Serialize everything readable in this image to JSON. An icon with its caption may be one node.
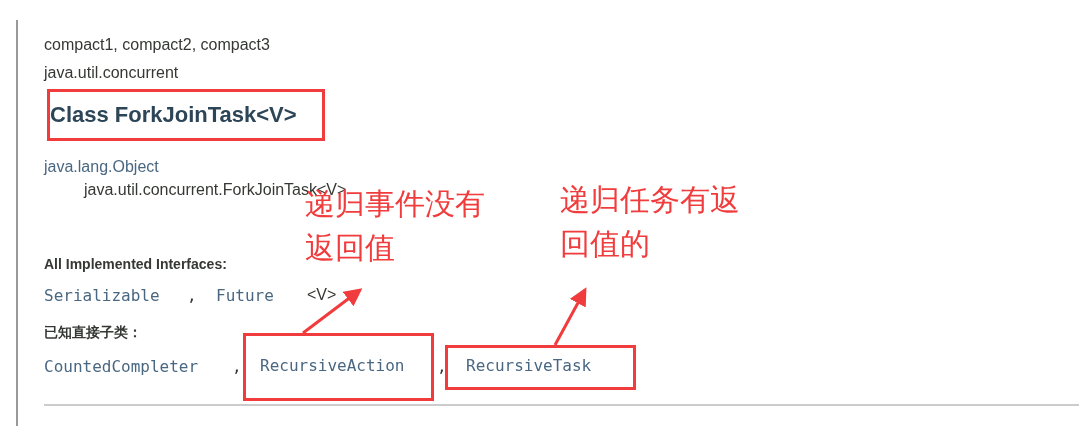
{
  "diagram": {
    "nodes": [
      {
        "text": [
          "Class ForkJoinTask<V>"
        ]
      },
      {
        "text": [
          "RecursiveAction"
        ]
      },
      {
        "text": [
          "RecursiveTask"
        ]
      },
      {
        "text": [
          "递归事件没有返回值"
        ]
      },
      {
        "text": [
          "递归任务有返回值的"
        ]
      }
    ],
    "edges": [
      {
        "from": 1,
        "to": 3,
        "arrow": "to"
      },
      {
        "from": 2,
        "to": 4,
        "arrow": "to"
      }
    ],
    "labels": [
      "compact1, compact2, compact3",
      "java.util.concurrent",
      "java.lang.Object",
      "java.util.concurrent.ForkJoinTask<V>",
      "All Implemented Interfaces:",
      "Serializable",
      ",",
      "Future",
      "<V>",
      "已知直接子类：",
      "CountedCompleter",
      ",",
      ","
    ]
  }
}
